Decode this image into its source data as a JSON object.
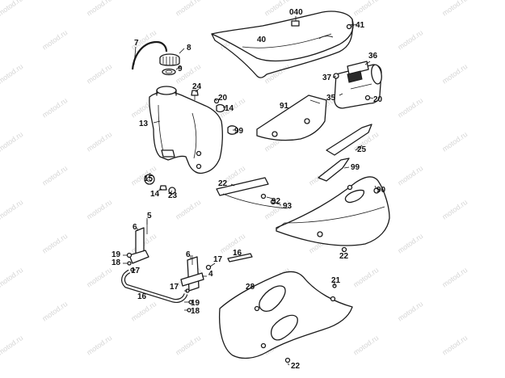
{
  "watermark": {
    "text": "motod.ru",
    "color": "#d6d6d6"
  },
  "callouts": [
    {
      "id": "040",
      "label": "040"
    },
    {
      "id": "41",
      "label": "41"
    },
    {
      "id": "40",
      "label": "40"
    },
    {
      "id": "7",
      "label": "7"
    },
    {
      "id": "8",
      "label": "8"
    },
    {
      "id": "9",
      "label": "9"
    },
    {
      "id": "36",
      "label": "36"
    },
    {
      "id": "37",
      "label": "37"
    },
    {
      "id": "35",
      "label": "35"
    },
    {
      "id": "20a",
      "label": "20"
    },
    {
      "id": "24",
      "label": "24"
    },
    {
      "id": "20b",
      "label": "20"
    },
    {
      "id": "14a",
      "label": "14"
    },
    {
      "id": "91",
      "label": "91"
    },
    {
      "id": "13",
      "label": "13"
    },
    {
      "id": "99a",
      "label": "99"
    },
    {
      "id": "25",
      "label": "25"
    },
    {
      "id": "99b",
      "label": "99"
    },
    {
      "id": "15",
      "label": "15"
    },
    {
      "id": "22a",
      "label": "22"
    },
    {
      "id": "90",
      "label": "90"
    },
    {
      "id": "14b",
      "label": "14"
    },
    {
      "id": "23",
      "label": "23"
    },
    {
      "id": "92",
      "label": "92"
    },
    {
      "id": "93",
      "label": "93"
    },
    {
      "id": "5a",
      "label": "5"
    },
    {
      "id": "6a",
      "label": "6"
    },
    {
      "id": "19a",
      "label": "19"
    },
    {
      "id": "18a",
      "label": "18"
    },
    {
      "id": "17a",
      "label": "17"
    },
    {
      "id": "22b",
      "label": "22"
    },
    {
      "id": "6b",
      "label": "6"
    },
    {
      "id": "16a",
      "label": "16"
    },
    {
      "id": "17b",
      "label": "17"
    },
    {
      "id": "4",
      "label": "4"
    },
    {
      "id": "21",
      "label": "21"
    },
    {
      "id": "28",
      "label": "28"
    },
    {
      "id": "16b",
      "label": "16"
    },
    {
      "id": "17c",
      "label": "17"
    },
    {
      "id": "19b",
      "label": "19"
    },
    {
      "id": "18b",
      "label": "18"
    },
    {
      "id": "22c",
      "label": "22"
    }
  ]
}
